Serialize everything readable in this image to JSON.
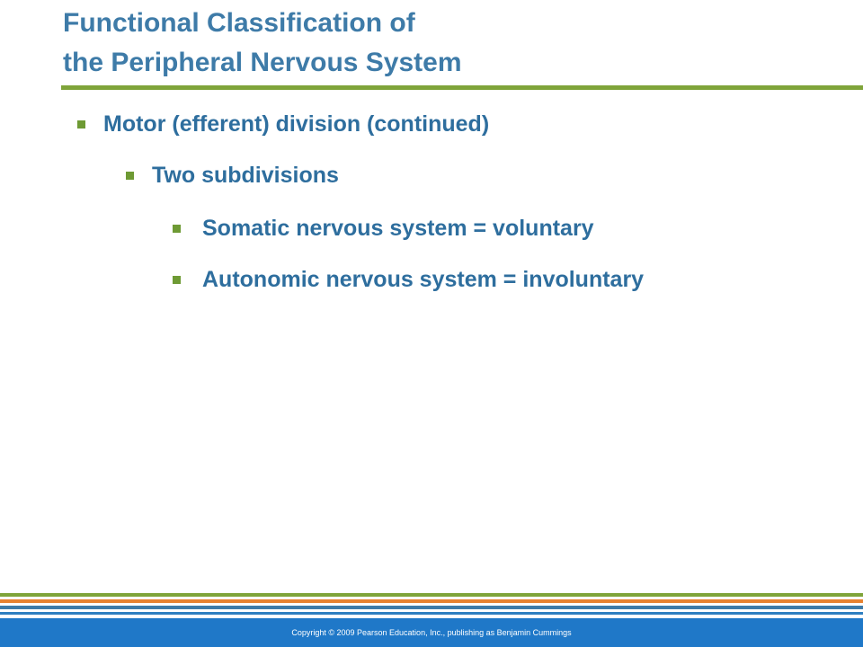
{
  "slide": {
    "title_line1": "Functional Classification of",
    "title_line2": "the Peripheral Nervous System",
    "bullets": [
      "Motor (efferent) division (continued)",
      "Two subdivisions",
      "Somatic nervous system = voluntary",
      "Autonomic nervous system = involuntary"
    ]
  },
  "footer": {
    "copyright": "Copyright © 2009 Pearson Education, Inc., publishing as Benjamin Cummings"
  },
  "colors": {
    "title": "#3E7BA8",
    "bullet_text": "#2E6E9E",
    "bullet_marker": "#6E9A34",
    "rule_green": "#7FA43A",
    "stripe_orange": "#E8822F",
    "stripe_blue": "#3E7BA8",
    "footer_bg": "#1F78C8"
  }
}
